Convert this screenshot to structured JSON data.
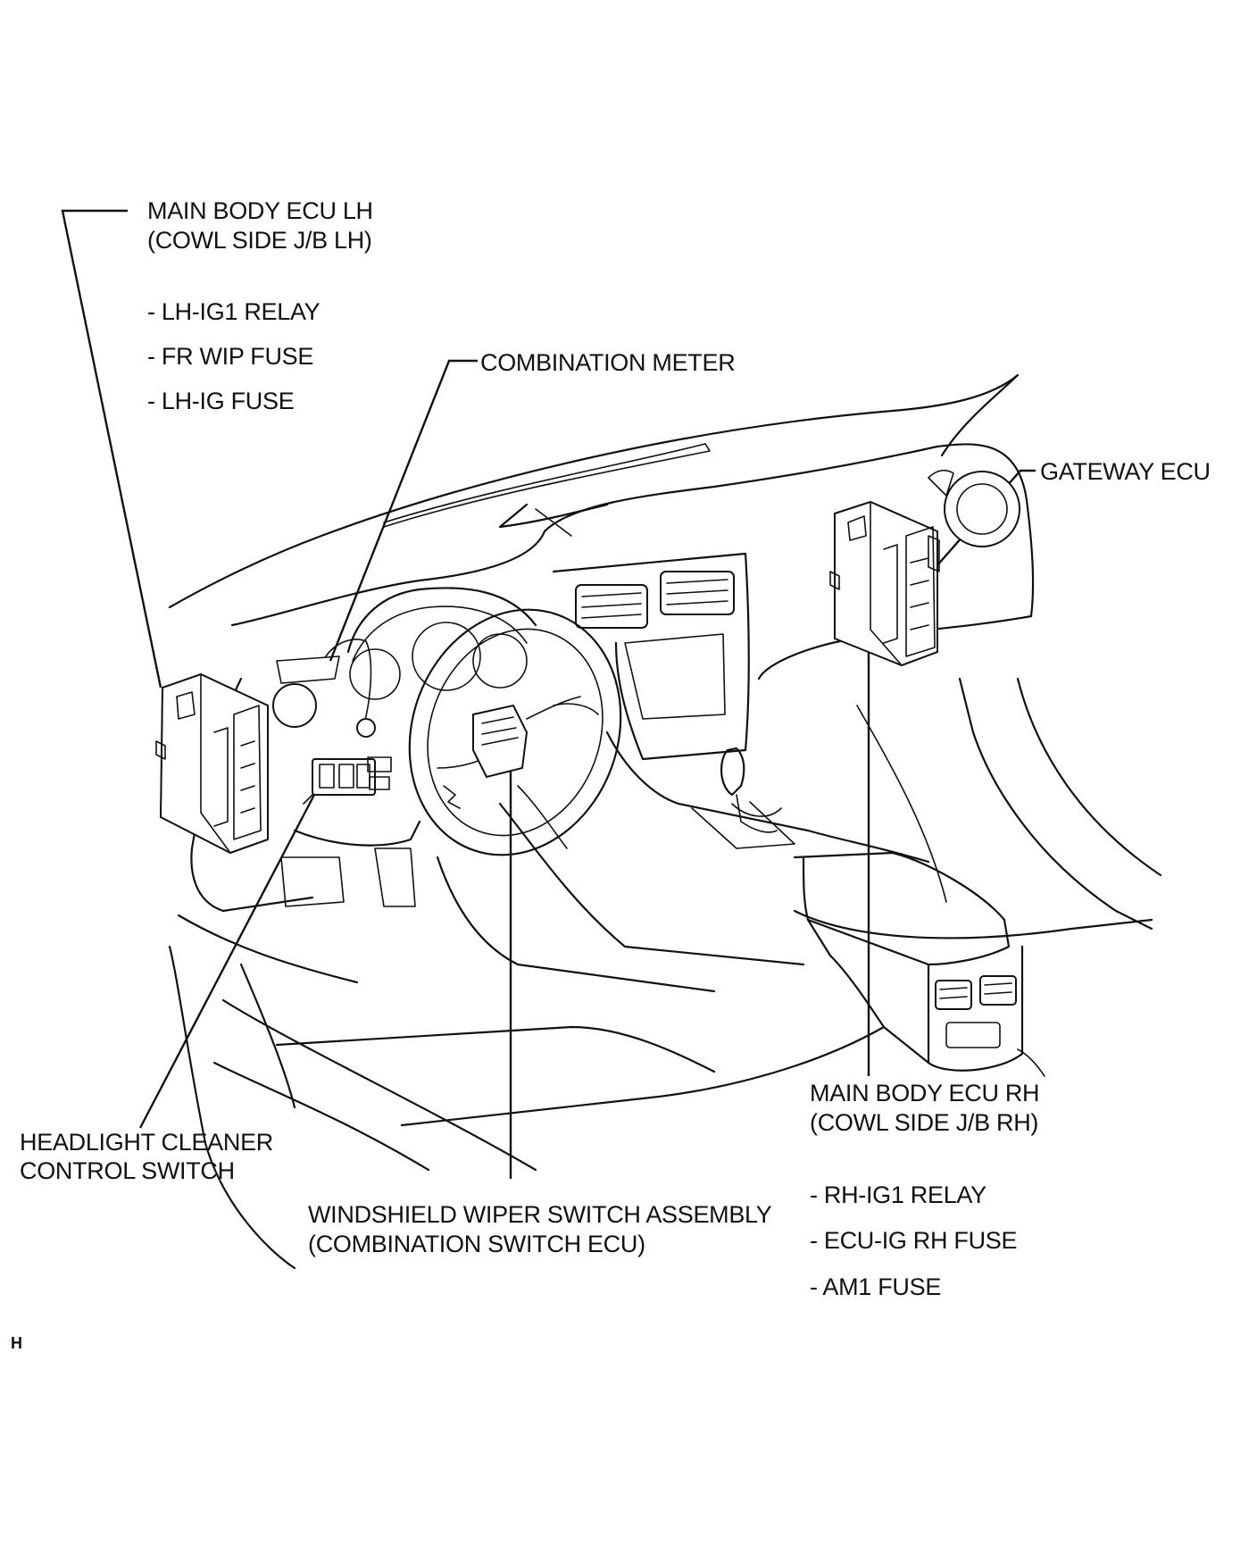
{
  "labels": {
    "main_body_ecu_lh": {
      "line1": "MAIN BODY ECU LH",
      "line2": "(COWL SIDE J/B LH)",
      "items": [
        "- LH-IG1 RELAY",
        "- FR WIP FUSE",
        "- LH-IG FUSE"
      ]
    },
    "combination_meter": "COMBINATION METER",
    "gateway_ecu": "GATEWAY ECU",
    "main_body_ecu_rh": {
      "line1": "MAIN BODY ECU RH",
      "line2": "(COWL SIDE J/B RH)",
      "items": [
        "-  RH-IG1 RELAY",
        "-  ECU-IG RH FUSE",
        "-  AM1 FUSE"
      ]
    },
    "headlight_cleaner": {
      "line1": "HEADLIGHT CLEANER",
      "line2": "CONTROL SWITCH"
    },
    "windshield_wiper": {
      "line1": "WINDSHIELD WIPER SWITCH ASSEMBLY",
      "line2": "(COMBINATION SWITCH ECU)"
    },
    "figure_code": "H"
  },
  "colors": {
    "line": "#111111",
    "background": "#ffffff"
  }
}
